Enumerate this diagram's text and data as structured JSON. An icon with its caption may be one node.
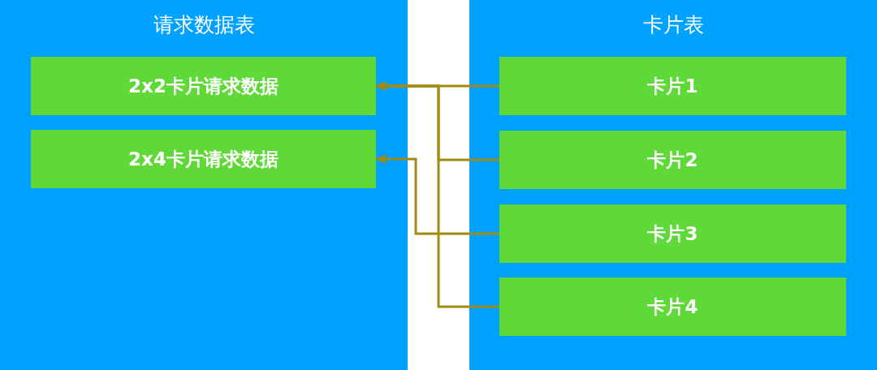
{
  "diagram": {
    "nodes": [
      {
        "text": [
          "请求数据表"
        ]
      },
      {
        "text": [
          "2x2卡片请求数据"
        ],
        "in": 0
      },
      {
        "text": [
          "2x4卡片请求数据"
        ],
        "in": 0
      },
      {
        "text": [
          "卡片表"
        ]
      },
      {
        "text": [
          "卡片1"
        ],
        "in": 3
      },
      {
        "text": [
          "卡片2"
        ],
        "in": 3
      },
      {
        "text": [
          "卡片3"
        ],
        "in": 3
      },
      {
        "text": [
          "卡片4"
        ],
        "in": 3
      }
    ],
    "edges": [
      {
        "from": 4,
        "to": 1,
        "arrow": "to"
      },
      {
        "from": 5,
        "to": 1,
        "arrow": "to"
      },
      {
        "from": 7,
        "to": 1,
        "arrow": "to"
      },
      {
        "from": 6,
        "to": 2,
        "arrow": "to"
      }
    ]
  }
}
